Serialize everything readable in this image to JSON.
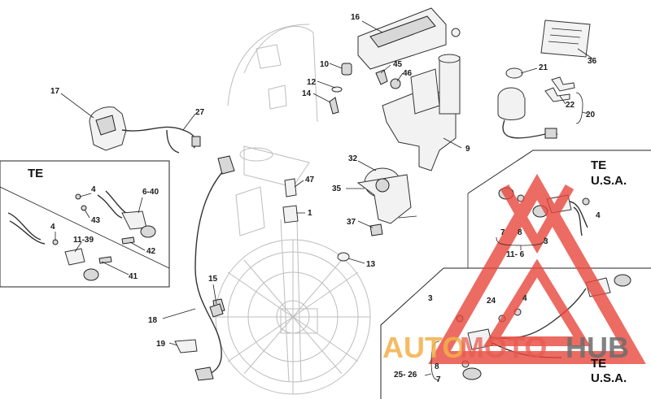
{
  "part_labels": {
    "p1": "1",
    "p3a": "3",
    "p3b": "3",
    "p4a": "4",
    "p4b": "4",
    "p4c": "4",
    "p4d": "4",
    "p6_40": "6-40",
    "p7a": "7",
    "p7b": "7",
    "p8a": "8",
    "p8b": "8",
    "p9": "9",
    "p10": "10",
    "p11_6": "11- 6",
    "p11_39": "11-39",
    "p12": "12",
    "p13": "13",
    "p14": "14",
    "p15": "15",
    "p16": "16",
    "p17": "17",
    "p18": "18",
    "p19": "19",
    "p20": "20",
    "p21": "21",
    "p22": "22",
    "p24": "24",
    "p25_26": "25- 26",
    "p27": "27",
    "p32": "32",
    "p35": "35",
    "p36": "36",
    "p37": "37",
    "p41": "41",
    "p42": "42",
    "p43": "43",
    "p45": "45",
    "p46": "46",
    "p47": "47"
  },
  "region_labels": {
    "te_left": "TE",
    "te_usa_top_1": "TE",
    "te_usa_top_2": "U.S.A.",
    "te_usa_bottom_1": "TE",
    "te_usa_bottom_2": "U.S.A."
  },
  "watermark": {
    "part1": "AUTO",
    "part2": "MOTO",
    "part3": "HUB"
  },
  "colors": {
    "watermark_red": "#e8473d",
    "watermark_orange": "#f3a73a",
    "watermark_gray": "#6d6d6d"
  }
}
